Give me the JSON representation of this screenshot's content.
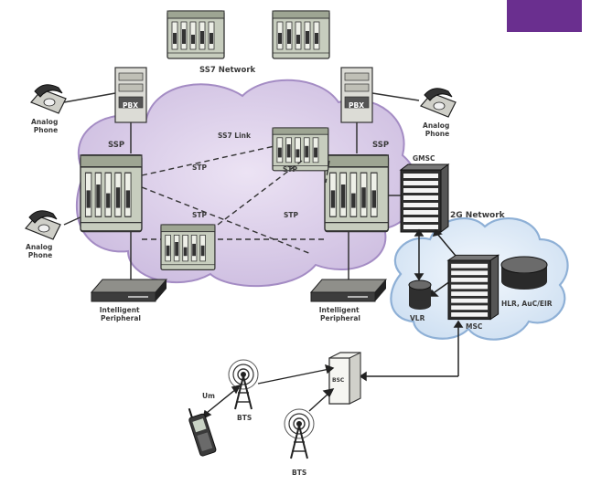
{
  "labels": {
    "ss7_network": "SS7 Network",
    "ss7_link": "SS7 Link",
    "ssp_left": "SSP",
    "ssp_right": "SSP",
    "stp_left": "STP",
    "stp_top_right": "STP",
    "stp_bottom": "STP",
    "stp_right": "STP",
    "pbx_left": "PBX",
    "pbx_right": "PBX",
    "phone_top_left": [
      "Analog",
      "Phone"
    ],
    "phone_bottom_left": [
      "Analog",
      "Phone"
    ],
    "phone_top_right": [
      "Analog",
      "Phone"
    ],
    "ip_left": [
      "Intelligent",
      "Peripheral"
    ],
    "ip_right": [
      "Intelligent",
      "Peripheral"
    ],
    "gmsc": "GMSC",
    "network_2g": "2G Network",
    "vlr": "VLR",
    "msc": "MSC",
    "hlr": "HLR, AuC/EIR",
    "bsc": "BSC",
    "bts_top": "BTS",
    "bts_bottom": "BTS",
    "um": "Um"
  },
  "colors": {
    "ss7_cloud": "#d8cbe6",
    "ss7_cloud_edge": "#a48cc4",
    "g2_cloud": "#e4eef8",
    "g2_cloud_edge": "#8eb0d6",
    "corner_badge": "#6a2f8f",
    "equipment_fill": "#c9cfc0",
    "equipment_stroke": "#3a3a3a"
  },
  "icons": [
    "rack-icon",
    "pbx-icon",
    "analog-phone-icon",
    "intelligent-peripheral-icon",
    "server-tower-icon",
    "database-disk-icon",
    "bts-antenna-icon",
    "mobile-phone-icon",
    "bsc-box-icon"
  ]
}
